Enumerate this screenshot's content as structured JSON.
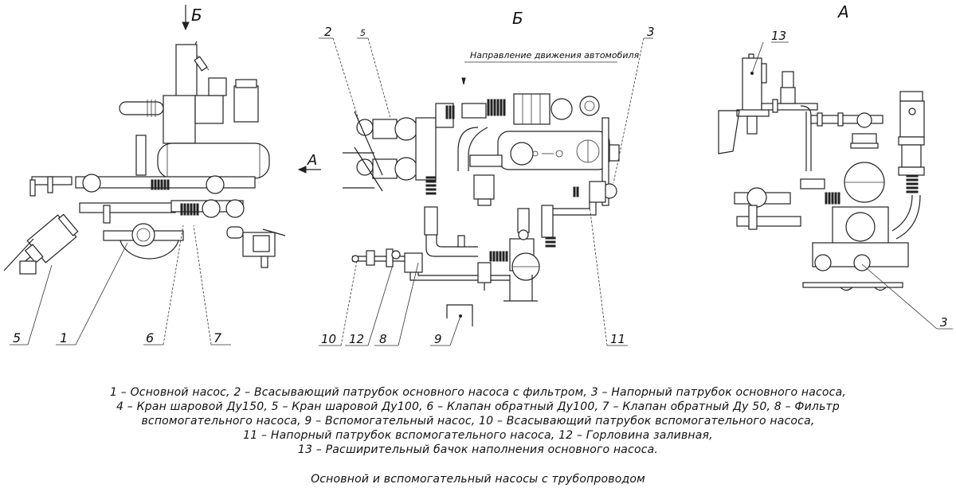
{
  "drawing": {
    "views": {
      "left_view_marker": "Б",
      "center_view_title": "Б",
      "right_view_title": "А",
      "arrow_a_label": "А"
    },
    "direction_note": "Направление движения автомобиля",
    "callouts_left": [
      "5",
      "1",
      "6",
      "7"
    ],
    "callouts_center_top": [
      "2",
      "5",
      "3"
    ],
    "callouts_center_bottom": [
      "10",
      "12",
      "8",
      "9",
      "11"
    ],
    "callouts_right": [
      "13",
      "3"
    ]
  },
  "legend": {
    "lines": [
      "1 – Основной насос, 2 – Всасывающий патрубок основного насоса с фильтром, 3 – Напорный патрубок основного насоса,",
      "4 – Кран шаровой Ду150, 5 – Кран шаровой Ду100, 6 – Клапан обратный Ду100, 7 – Клапан обратный Ду 50, 8 – Фильтр",
      "вспомогательного насоса, 9 – Вспомогательный насос, 10 – Всасывающий патрубок вспомогательного насоса,",
      "11 – Напорный патрубок вспомогательного насоса, 12 – Горловина заливная,",
      "13 – Расширительный бачок наполнения основного насоса."
    ]
  },
  "figure_title": "Основной и вспомогательный насосы с трубопроводом"
}
